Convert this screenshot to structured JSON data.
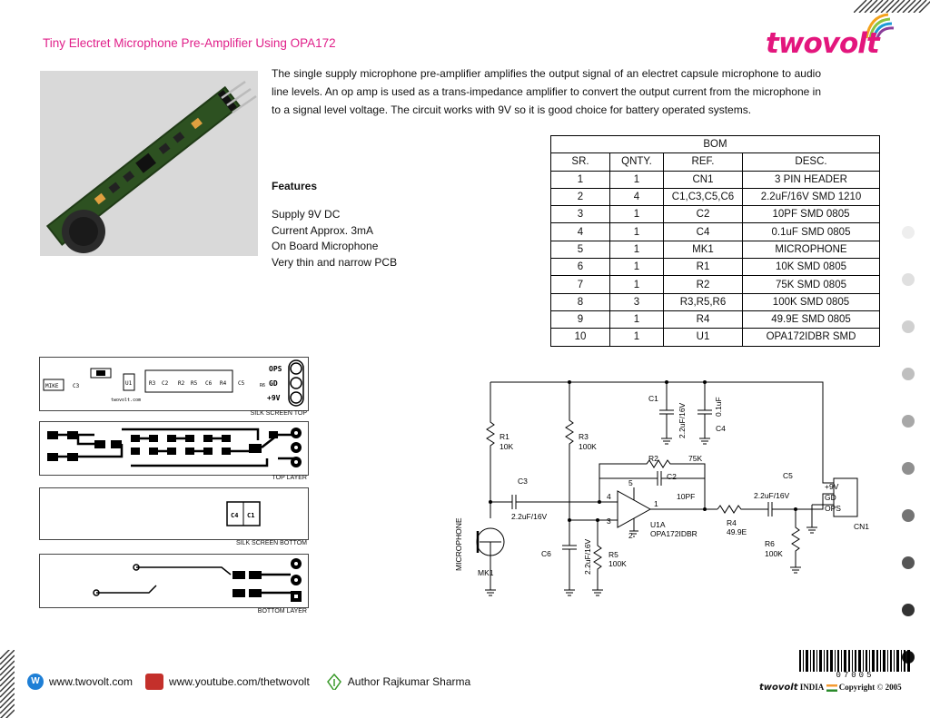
{
  "title": "Tiny Electret Microphone Pre-Amplifier Using OPA172",
  "brand": "twovolt",
  "intro": "The single supply microphone pre-amplifier amplifies the output signal of an electret capsule microphone to audio line levels. An op amp is used as a trans-impedance amplifier to convert the output current from the microphone in to a signal level voltage. The circuit works with 9V so it is good choice for battery operated systems.",
  "features": {
    "title": "Features",
    "items": [
      "Supply 9V DC",
      "Current Approx. 3mA",
      "On Board Microphone",
      "Very thin and narrow PCB"
    ]
  },
  "bom": {
    "title": "BOM",
    "headers": [
      "SR.",
      "QNTY.",
      "REF.",
      "DESC."
    ],
    "rows": [
      [
        "1",
        "1",
        "CN1",
        "3 PIN HEADER"
      ],
      [
        "2",
        "4",
        "C1,C3,C5,C6",
        "2.2uF/16V SMD 1210"
      ],
      [
        "3",
        "1",
        "C2",
        "10PF SMD 0805"
      ],
      [
        "4",
        "1",
        "C4",
        "0.1uF SMD 0805"
      ],
      [
        "5",
        "1",
        "MK1",
        "MICROPHONE"
      ],
      [
        "6",
        "1",
        "R1",
        "10K SMD 0805"
      ],
      [
        "7",
        "1",
        "R2",
        "75K SMD 0805"
      ],
      [
        "8",
        "3",
        "R3,R5,R6",
        "100K SMD 0805"
      ],
      [
        "9",
        "1",
        "R4",
        "49.9E SMD 0805"
      ],
      [
        "10",
        "1",
        "U1",
        "OPA172IDBR SMD"
      ]
    ]
  },
  "layers": [
    "SILK SCREEN TOP",
    "TOP LAYER",
    "SILK SCREEN BOTTOM",
    "BOTTOM LAYER"
  ],
  "silk_top": {
    "mike": "MIKE",
    "c3": "C3",
    "u1": "U1",
    "parts": [
      "R3",
      "C2",
      "R2",
      "R5",
      "C6",
      "R4"
    ],
    "c5": "C5",
    "r6": "R6",
    "brand": "twovolt.com",
    "pins": [
      "OPS",
      "GD",
      "+9V"
    ]
  },
  "silk_bottom": {
    "c4": "C4",
    "c1": "C1"
  },
  "schematic": {
    "r1": "R1",
    "r1v": "10K",
    "r3": "R3",
    "r3v": "100K",
    "c1": "C1",
    "c1v": "2.2uF/16V",
    "c4": "C4",
    "c4v": "0.1uF",
    "r2": "R2",
    "r2v": "75K",
    "c2": "C2",
    "c2v": "10PF",
    "c3": "C3",
    "c3v": "2.2uF/16V",
    "c5": "C5",
    "c5v": "2.2uF/16V",
    "c6": "C6",
    "c6v": "2.2uF/16V",
    "r5": "R5",
    "r5v": "100K",
    "r4": "R4",
    "r4v": "49.9E",
    "r6": "R6",
    "r6v": "100K",
    "u1": "U1A",
    "u1v": "OPA172IDBR",
    "mic": "MICROPHONE",
    "mk1": "MK1",
    "cn1": "CN1",
    "pins": [
      "+9V",
      "GD",
      "OPS"
    ],
    "pin4": "4",
    "pin3": "3",
    "pin5": "5",
    "pin2": "2",
    "pin1": "1"
  },
  "footer": {
    "web": "www.twovolt.com",
    "youtube": "www.youtube.com/thetwovolt",
    "author": "Author Rajkumar Sharma",
    "barcode_number": "07005",
    "copyright_brand": "twovolt",
    "copyright_country": "INDIA",
    "copyright": "Copyright",
    "year": "2005"
  },
  "colors": {
    "title": "#e0208a",
    "logo": "#e3167d"
  }
}
